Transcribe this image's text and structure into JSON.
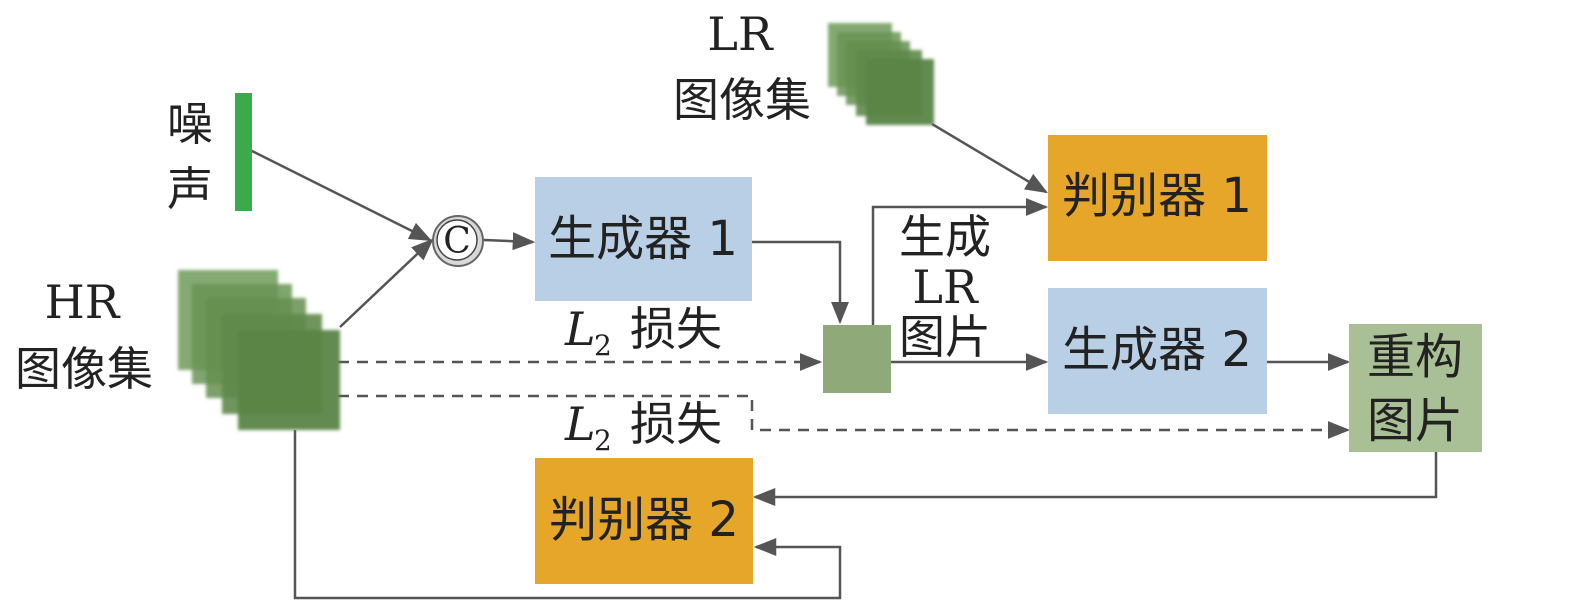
{
  "nodes": {
    "noise": {
      "label_line1": "噪",
      "label_line2": "声",
      "color": "#3aaa4a"
    },
    "hr_set": {
      "label_line1": "HR",
      "label_line2": "图像集"
    },
    "lr_set": {
      "label_line1": "LR",
      "label_line2": "图像集"
    },
    "concat": {
      "symbol": "C"
    },
    "generator1": {
      "label": "生成器 1",
      "color": "#b8cfe6"
    },
    "generator2": {
      "label": "生成器 2",
      "color": "#b8cfe6"
    },
    "discriminator1": {
      "label": "判别器 1",
      "color": "#e6a62a"
    },
    "discriminator2": {
      "label": "判别器 2",
      "color": "#e6a62a"
    },
    "generated_lr": {
      "label_line1": "生成",
      "label_line2": "LR",
      "label_line3": "图片",
      "color": "#8faa78"
    },
    "reconstructed": {
      "label_line1": "重构",
      "label_line2": "图片",
      "color": "#a9c096"
    }
  },
  "edge_labels": {
    "l2_loss_upper": {
      "main": "L",
      "sub": "2",
      "text": "损失"
    },
    "l2_loss_lower": {
      "main": "L",
      "sub": "2",
      "text": "损失"
    }
  },
  "colors": {
    "stack_green": "#5a8a45",
    "line": "#555555"
  }
}
